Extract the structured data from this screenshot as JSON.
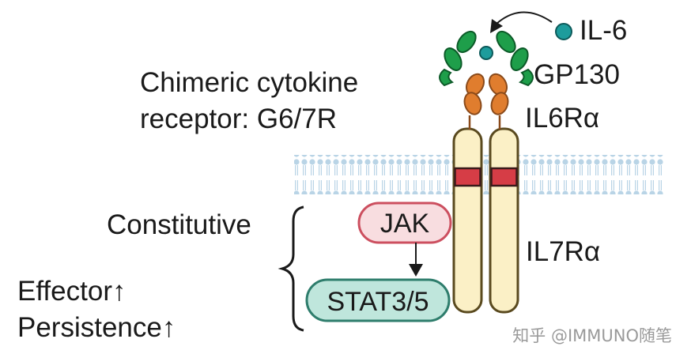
{
  "labels": {
    "ligand": "IL-6",
    "gp130": "GP130",
    "il6ra": "IL6Rα",
    "il7ra": "IL7Rα",
    "receptor_line1": "Chimeric cytokine",
    "receptor_line2": "receptor: G6/7R",
    "constitutive": "Constitutive",
    "effector": "Effector↑",
    "persistence": "Persistence↑",
    "jak": "JAK",
    "stat": "STAT3/5"
  },
  "watermark": "知乎 @IMMUNO随笔",
  "colors": {
    "gp130_green": "#1e9e4a",
    "il6_teal": "#1d9c9c",
    "il6ra_orange": "#e07d2e",
    "il7ra_cream": "#fbf0c6",
    "membrane_blue": "#b9d4e6",
    "transmembrane_red": "#d63d46",
    "jak_pink": "#f8dde0",
    "jak_border": "#cc4f5f",
    "stat_teal": "#bfe6dc",
    "stat_border": "#2e7d6c"
  }
}
